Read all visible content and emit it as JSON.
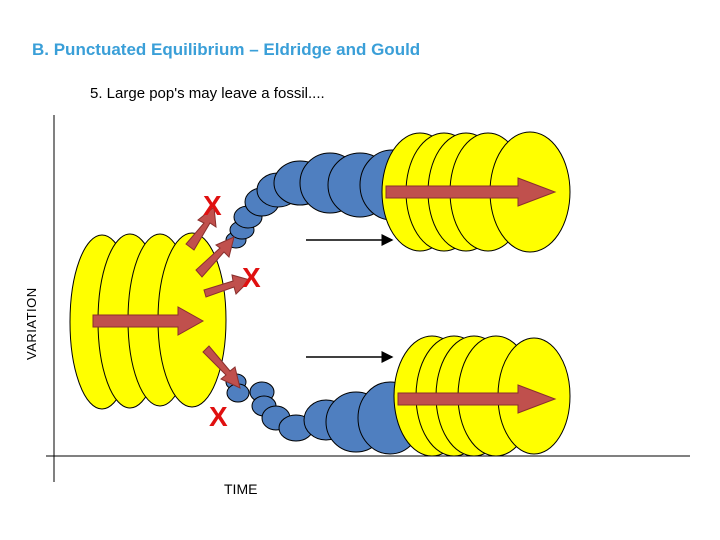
{
  "title": "B. Punctuated Equilibrium – Eldridge and Gould",
  "subtitle": "5. Large pop's may leave a fossil....",
  "axes": {
    "y_label": "VARIATION",
    "x_label": "TIME"
  },
  "extinction_mark": "X",
  "colors": {
    "title": "#3a9fd8",
    "large_population_fill": "#ffff00",
    "small_population_fill": "#4f7fc0",
    "arrow_fill": "#c0504d",
    "extinction_mark": "#e01010"
  }
}
